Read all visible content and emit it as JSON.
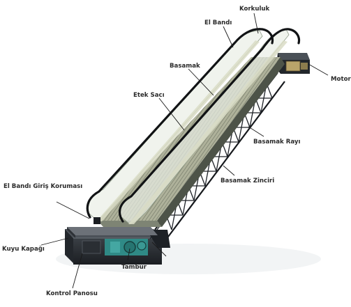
{
  "labels": {
    "korkuluk": "Korkuluk",
    "el_bandi": "El Bandı",
    "motor": "Motor",
    "basamak": "Basamak",
    "etek_saci": "Etek Sacı",
    "basamak_rayi": "Basamak Rayı",
    "basamak_zinciri": "Basamak Zinciri",
    "el_bandi_giris_korumasi": "El Bandı Giriş Koruması",
    "kuyu_kapagi": "Kuyu Kapağı",
    "tambur": "Tambur",
    "kontrol_panosu": "Kontrol Panosu"
  }
}
